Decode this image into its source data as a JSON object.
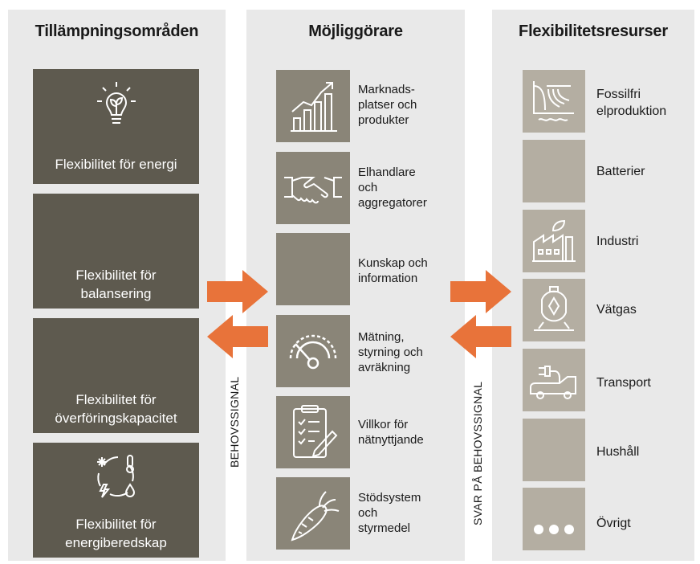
{
  "columns": {
    "left_title": "Tillämpningsområden",
    "middle_title": "Möjliggörare",
    "right_title": "Flexibilitetsresurser"
  },
  "application_areas": [
    {
      "label": "Flexibilitet för energi",
      "icon": "lightbulb-leaf-icon"
    },
    {
      "label_line1": "Flexibilitet för",
      "label_line2": "balansering"
    },
    {
      "label_line1": "Flexibilitet för",
      "label_line2": "överföringskapacitet"
    },
    {
      "label_line1": "Flexibilitet för",
      "label_line2": "energiberedskap",
      "icon": "energy-cycle-icon"
    }
  ],
  "enablers": [
    {
      "lines": [
        "Marknads-",
        "platser och",
        "produkter"
      ],
      "icon": "growth-chart-icon"
    },
    {
      "lines": [
        "Elhandlare",
        "och",
        "aggregatorer"
      ],
      "icon": "handshake-icon"
    },
    {
      "lines": [
        "Kunskap och",
        "information"
      ]
    },
    {
      "lines": [
        "Mätning,",
        "styrning och",
        "avräkning"
      ],
      "icon": "gauge-icon"
    },
    {
      "lines": [
        "Villkor för",
        "nätnyttjande"
      ],
      "icon": "clipboard-checklist-icon"
    },
    {
      "lines": [
        "Stödsystem",
        "och",
        "styrmedel"
      ],
      "icon": "carrot-icon"
    }
  ],
  "resources": [
    {
      "lines": [
        "Fossilfri",
        "elproduktion"
      ],
      "icon": "hydropower-dam-icon"
    },
    {
      "lines": [
        "Batterier"
      ]
    },
    {
      "lines": [
        "Industri"
      ],
      "icon": "factory-icon"
    },
    {
      "lines": [
        "Vätgas"
      ],
      "icon": "hydrogen-tank-icon"
    },
    {
      "lines": [
        "Transport"
      ],
      "icon": "electric-car-icon"
    },
    {
      "lines": [
        "Hushåll"
      ]
    },
    {
      "lines": [
        "Övrigt"
      ],
      "icon": "ellipsis-icon"
    }
  ],
  "signals": {
    "demand_signal": "BEHOVSSIGNAL",
    "response_signal": "SVAR PÅ BEHOVSSIGNAL"
  },
  "colors": {
    "column_bg": "#e9e9e9",
    "dark_box": "#5e5a4f",
    "middle_tile": "#8a8578",
    "resource_tile": "#b4aea2",
    "arrow": "#e8733a"
  }
}
